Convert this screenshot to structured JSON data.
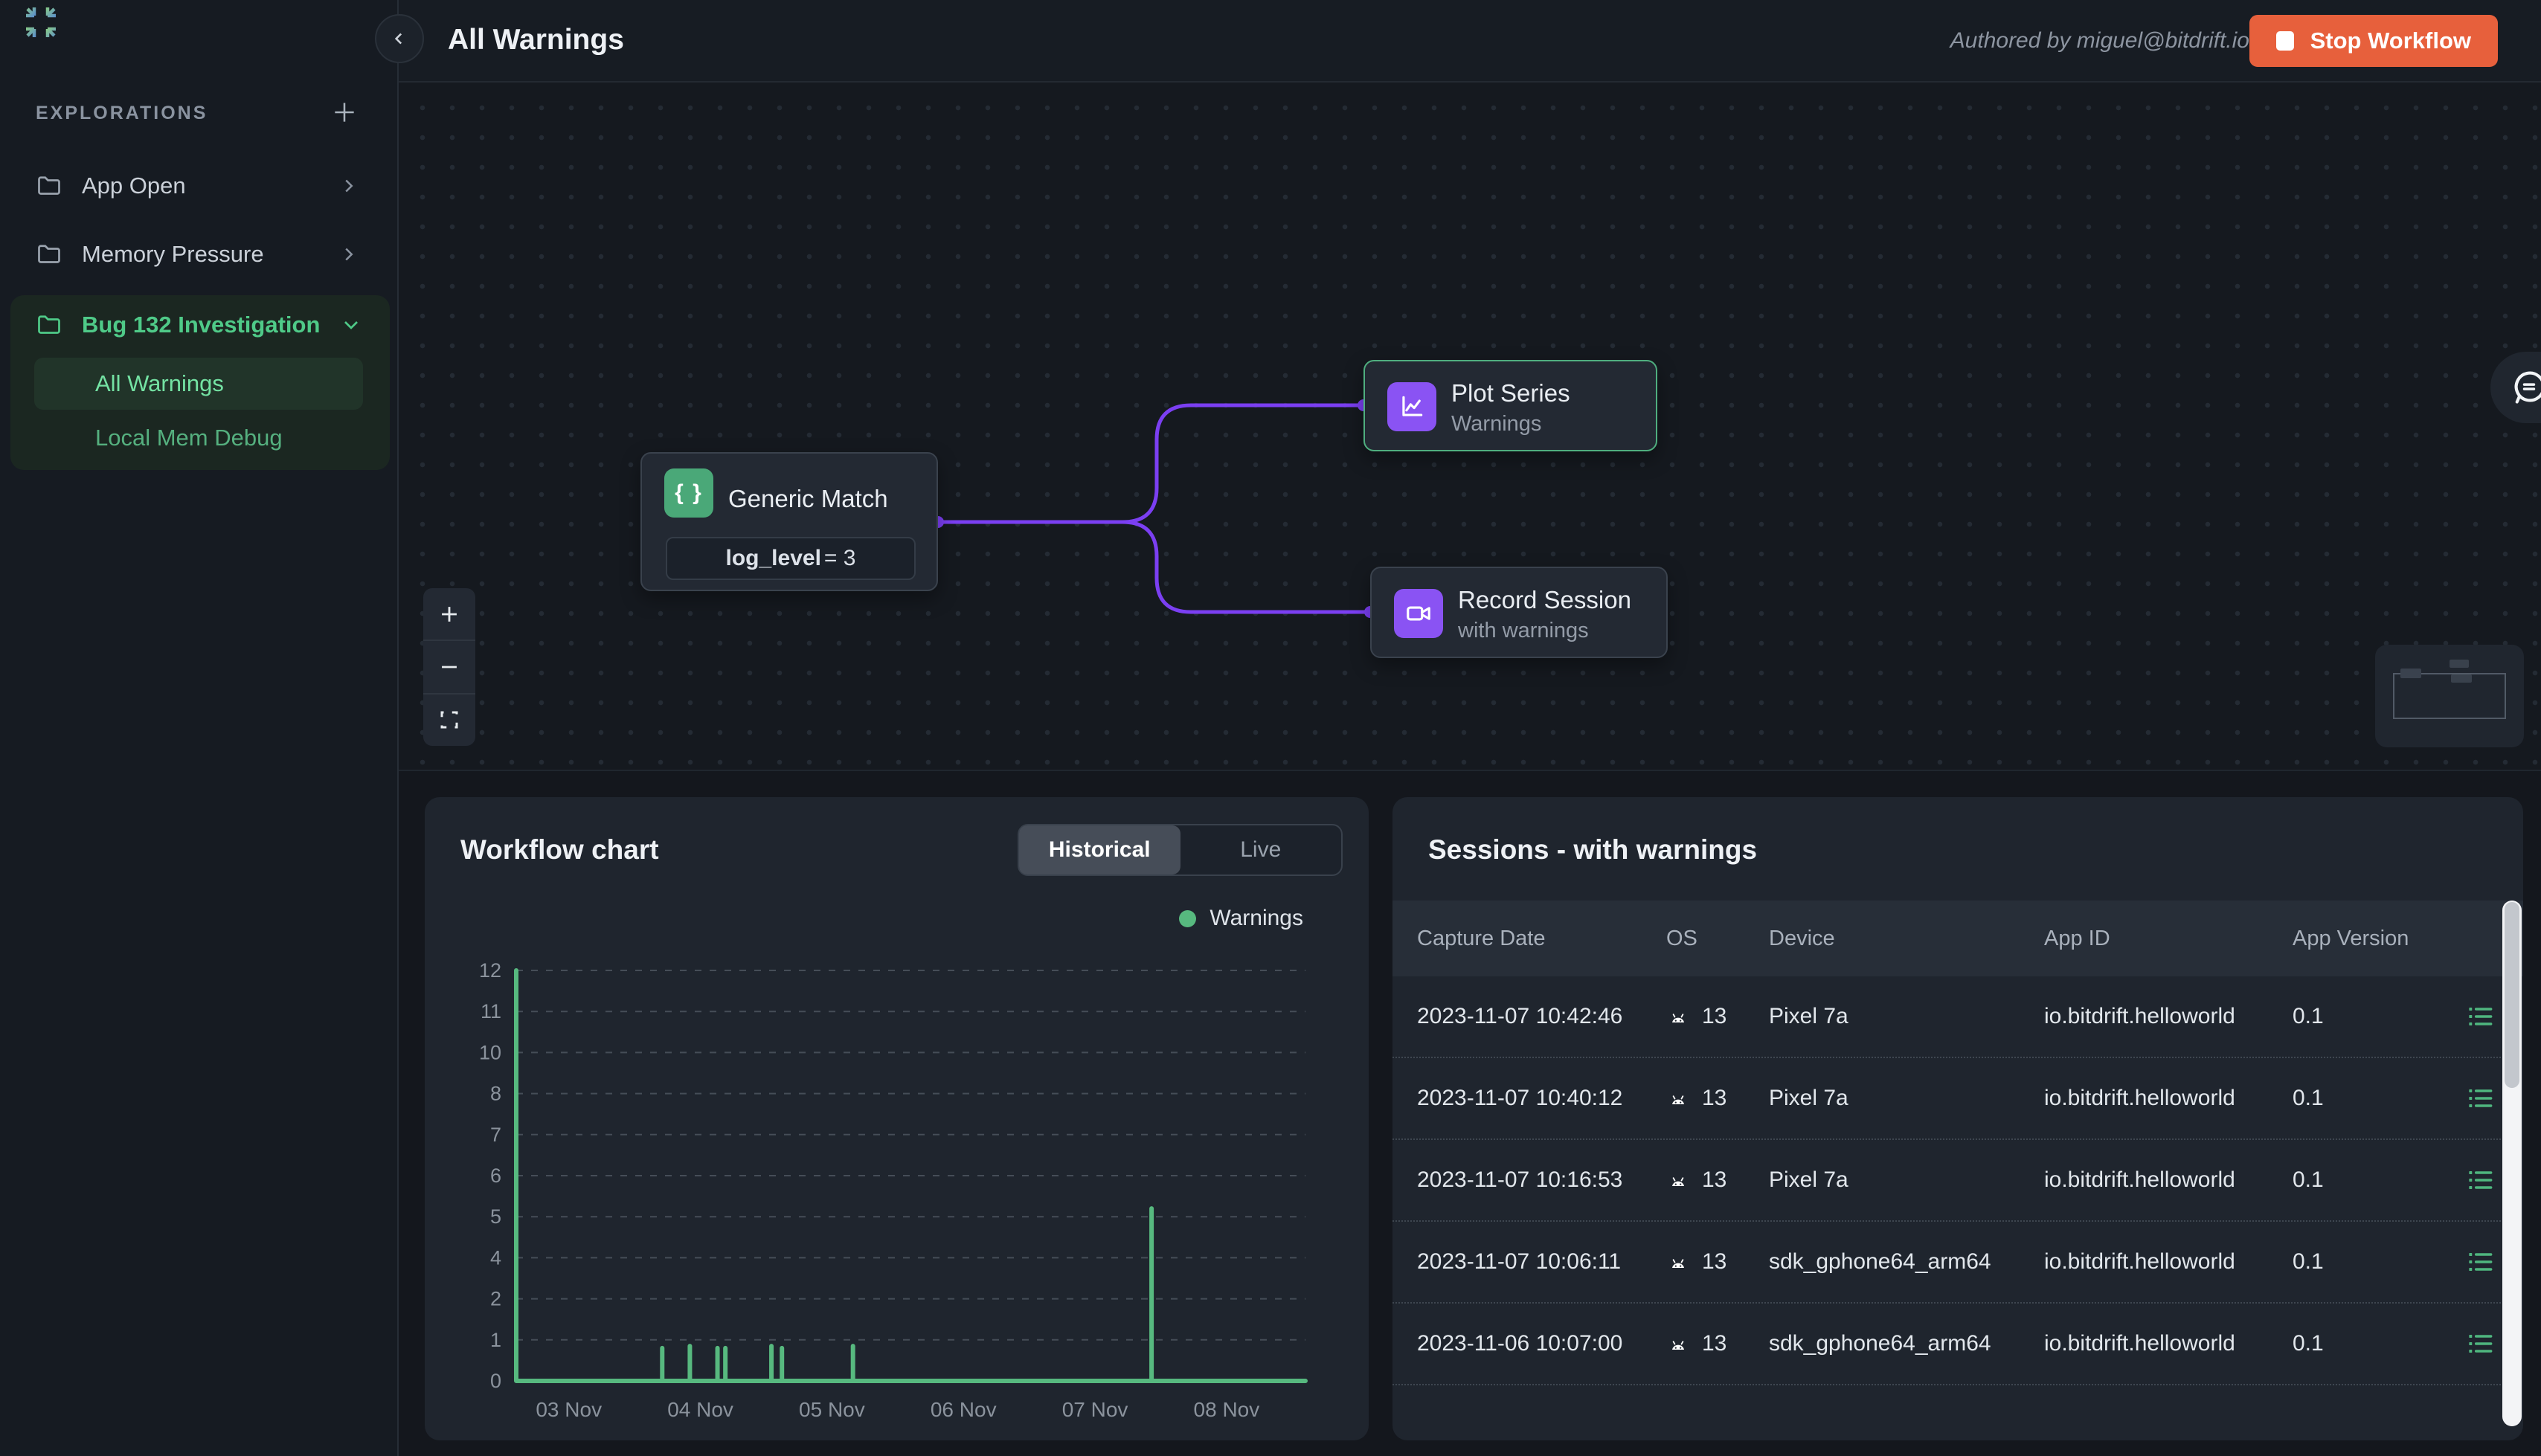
{
  "topbar": {
    "title": "All Warnings",
    "authored_by": "Authored by miguel@bitdrift.io",
    "stop_button": "Stop Workflow"
  },
  "sidebar": {
    "section_title": "EXPLORATIONS",
    "items": [
      {
        "label": "App Open"
      },
      {
        "label": "Memory Pressure"
      }
    ],
    "group": {
      "label": "Bug 132 Investigation",
      "active_item": "All Warnings",
      "secondary_item": "Local Mem Debug"
    }
  },
  "canvas": {
    "nodes": {
      "generic_match": {
        "title": "Generic Match",
        "condition_key": "log_level",
        "condition_rest": " = 3"
      },
      "plot_series": {
        "title": "Plot Series",
        "subtitle": "Warnings"
      },
      "record_session": {
        "title": "Record Session",
        "subtitle": "with warnings"
      }
    }
  },
  "workflow_chart": {
    "title": "Workflow chart",
    "tab_historical": "Historical",
    "tab_live": "Live",
    "legend": "Warnings"
  },
  "chart_data": {
    "type": "line",
    "title": "Workflow chart",
    "series_name": "Warnings",
    "color": "#57b97f",
    "grid": "dashed horizontal",
    "legend_position": "top-right",
    "y_ticks": [
      0,
      1,
      2,
      4,
      5,
      6,
      7,
      8,
      10,
      11,
      12
    ],
    "x_labels": [
      "03 Nov",
      "04 Nov",
      "05 Nov",
      "06 Nov",
      "07 Nov",
      "08 Nov"
    ],
    "x_start_day": -0.4,
    "x_end_day": 5.6,
    "baseline_value": 0,
    "points": [
      {
        "day": -0.4,
        "value": 12
      },
      {
        "day": 0.71,
        "value": 0.8
      },
      {
        "day": 0.92,
        "value": 0.85
      },
      {
        "day": 1.13,
        "value": 0.8
      },
      {
        "day": 1.19,
        "value": 0.8
      },
      {
        "day": 1.54,
        "value": 0.85
      },
      {
        "day": 1.62,
        "value": 0.8
      },
      {
        "day": 2.16,
        "value": 0.85
      },
      {
        "day": 4.43,
        "value": 5.2
      }
    ]
  },
  "sessions": {
    "title": "Sessions - with warnings",
    "columns": [
      "Capture Date",
      "OS",
      "Device",
      "App ID",
      "App Version"
    ],
    "rows": [
      {
        "capture_date": "2023-11-07 10:42:46",
        "os": "13",
        "device": "Pixel 7a",
        "app_id": "io.bitdrift.helloworld",
        "app_version": "0.1"
      },
      {
        "capture_date": "2023-11-07 10:40:12",
        "os": "13",
        "device": "Pixel 7a",
        "app_id": "io.bitdrift.helloworld",
        "app_version": "0.1"
      },
      {
        "capture_date": "2023-11-07 10:16:53",
        "os": "13",
        "device": "Pixel 7a",
        "app_id": "io.bitdrift.helloworld",
        "app_version": "0.1"
      },
      {
        "capture_date": "2023-11-07 10:06:11",
        "os": "13",
        "device": "sdk_gphone64_arm64",
        "app_id": "io.bitdrift.helloworld",
        "app_version": "0.1"
      },
      {
        "capture_date": "2023-11-06 10:07:00",
        "os": "13",
        "device": "sdk_gphone64_arm64",
        "app_id": "io.bitdrift.helloworld",
        "app_version": "0.1"
      }
    ]
  },
  "colors": {
    "accent_green": "#57b97f",
    "accent_purple": "#8a53f3",
    "edge_purple": "#7b3ff2",
    "stop_orange": "#e7603c"
  }
}
